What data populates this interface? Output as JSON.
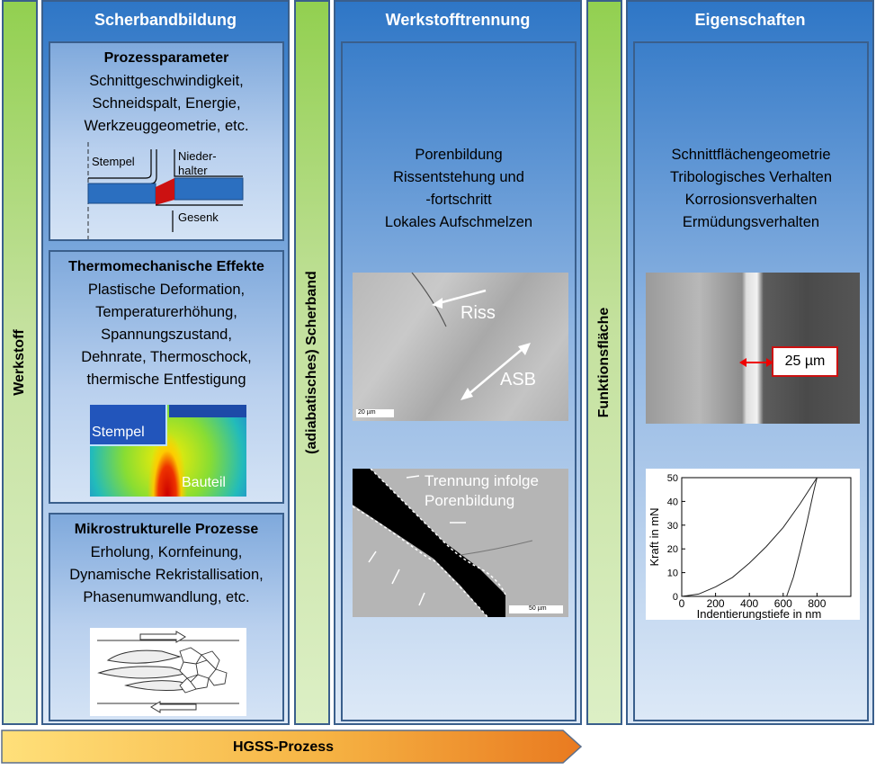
{
  "left_band": "Werkstoff",
  "scherband": {
    "title": "Scherbandbildung",
    "prozess": {
      "title": "Prozessparameter",
      "lines": [
        "Schnittgeschwindigkeit,",
        "Schneidspalt, Energie,",
        "Werkzeuggeometrie, etc."
      ],
      "labels": {
        "stempel": "Stempel",
        "nieder1": "Nieder-",
        "nieder2": "halter",
        "gesenk": "Gesenk"
      }
    },
    "thermo": {
      "title": "Thermomechanische Effekte",
      "lines": [
        "Plastische Deformation,",
        "Temperaturerhöhung,",
        "Spannungszustand,",
        "Dehnrate, Thermoschock,",
        "thermische Entfestigung"
      ],
      "labels": {
        "stempel": "Stempel",
        "bauteil": "Bauteil"
      }
    },
    "mikro": {
      "title": "Mikrostrukturelle Prozesse",
      "lines": [
        "Erholung, Kornfeinung,",
        "Dynamische Rekristallisation,",
        "Phasenumwandlung, etc."
      ]
    }
  },
  "middle_band_1": "(adiabatisches) Scherband",
  "werkstoff": {
    "title": "Werkstofftrennung",
    "lines": [
      "Porenbildung",
      "Rissentstehung und",
      "-fortschritt",
      "Lokales Aufschmelzen"
    ],
    "img1": {
      "riss": "Riss",
      "asb": "ASB",
      "scale": "20 µm"
    },
    "img2": {
      "line1": "Trennung infolge",
      "line2": "Porenbildung",
      "scale": "50 µm"
    }
  },
  "middle_band_2": "Funktionsfläche",
  "eigenschaften": {
    "title": "Eigenschaften",
    "lines": [
      "Schnittflächengeometrie",
      "Tribologisches Verhalten",
      "Korrosionsverhalten",
      "Ermüdungsverhalten"
    ],
    "img1": {
      "measure": "25 µm"
    }
  },
  "chart_data": {
    "type": "line",
    "xlabel": "Indentierungstiefe in nm",
    "ylabel": "Kraft in mN",
    "xlim": [
      0,
      1000
    ],
    "ylim": [
      0,
      50
    ],
    "xticks": [
      0,
      200,
      400,
      600,
      800
    ],
    "yticks": [
      0,
      10,
      20,
      30,
      40,
      50
    ],
    "series": [
      {
        "x": [
          0,
          100,
          200,
          300,
          400,
          500,
          600,
          700,
          800
        ],
        "values": [
          0,
          1,
          4,
          8,
          14,
          21,
          29,
          39,
          50
        ]
      },
      {
        "x": [
          620,
          660,
          700,
          740,
          780,
          800
        ],
        "values": [
          0,
          8,
          19,
          31,
          44,
          50
        ]
      }
    ]
  },
  "bottom_arrow": "HGSS-Prozess"
}
